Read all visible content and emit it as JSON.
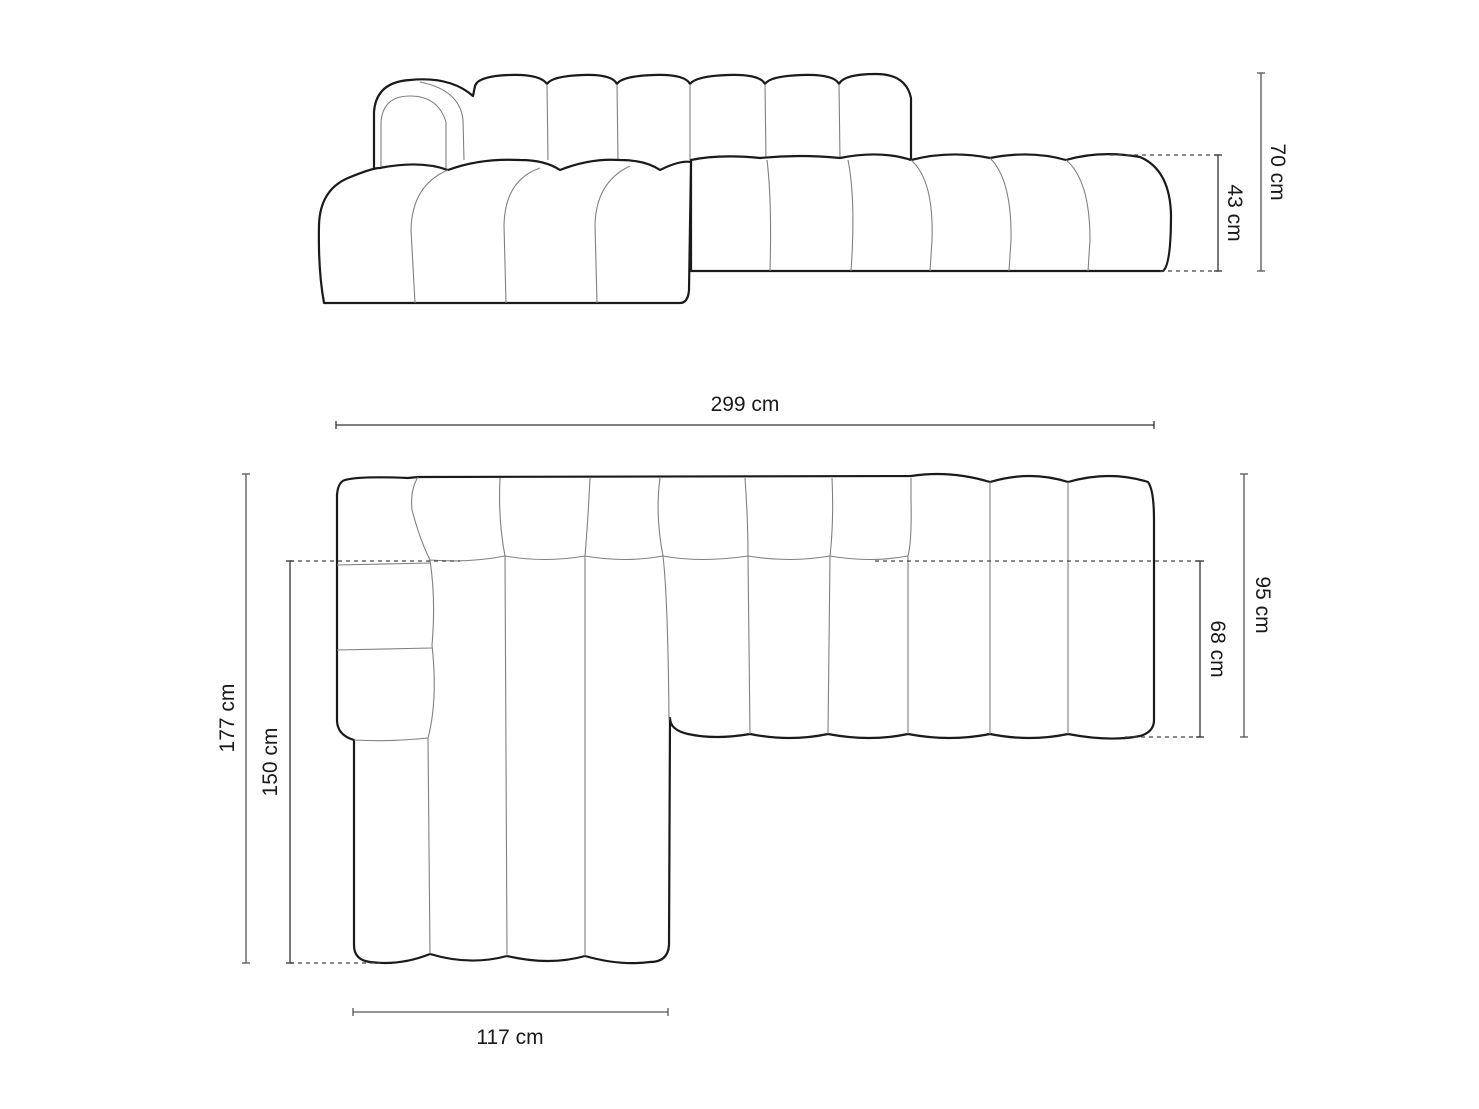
{
  "diagram": {
    "subject": "Modular corner sofa dimension drawing",
    "views": [
      {
        "name": "front-elevation",
        "description": "Front view of the sofa"
      },
      {
        "name": "top-plan",
        "description": "Top plan view of the L-shaped sofa"
      }
    ]
  },
  "dimensions": {
    "total_height": "70 cm",
    "seat_height": "43 cm",
    "total_width": "299 cm",
    "total_length": "177 cm",
    "chaise_seat_length": "150 cm",
    "total_depth": "95 cm",
    "seat_depth": "68 cm",
    "chaise_width": "117 cm"
  },
  "colors": {
    "outline": "#1a1a1a",
    "seam": "#808080",
    "background": "#ffffff"
  }
}
